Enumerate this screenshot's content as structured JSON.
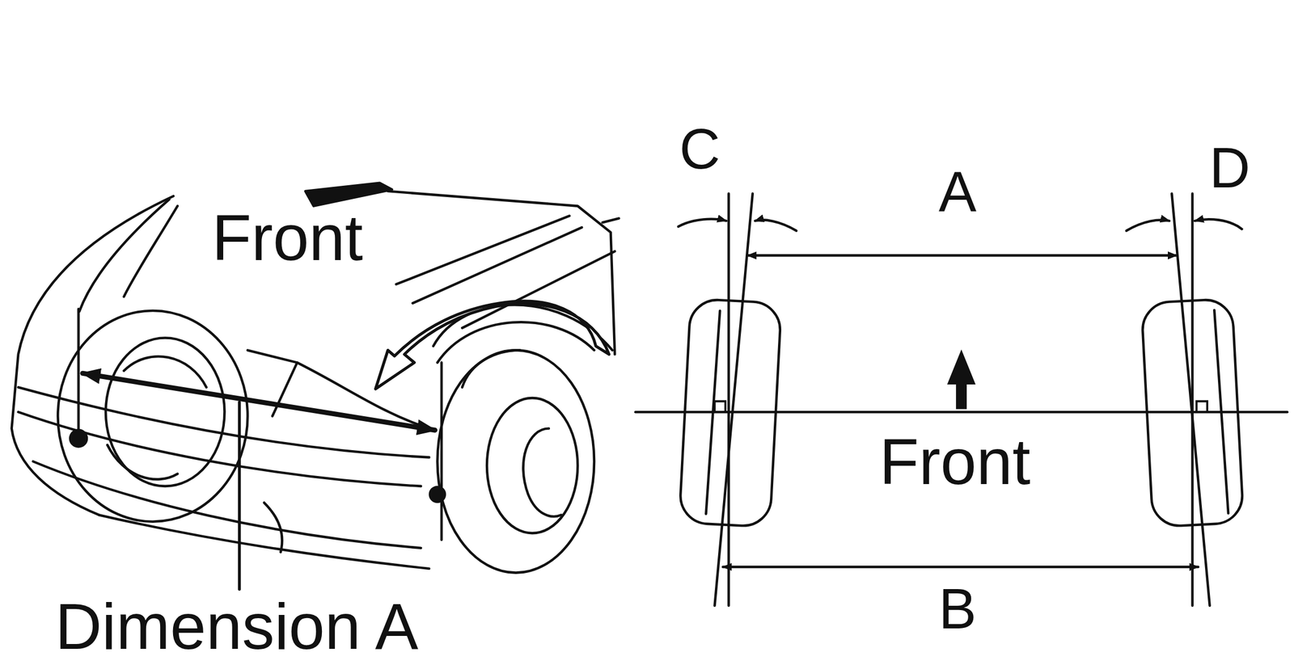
{
  "diagram": {
    "labels": [
      "Front",
      "Dimension A",
      "C",
      "A",
      "D",
      "Front",
      "B"
    ]
  }
}
